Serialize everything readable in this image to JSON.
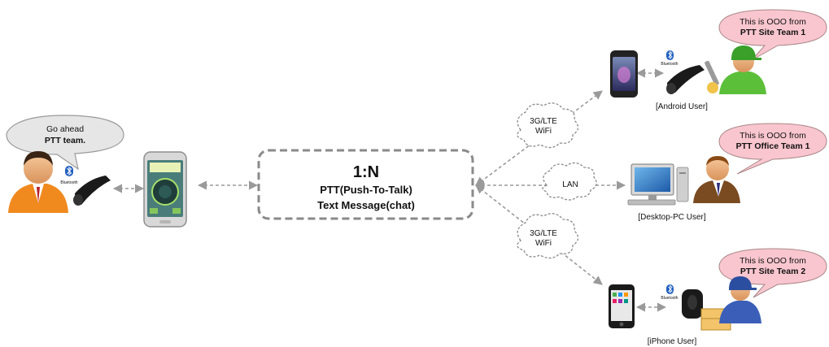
{
  "center": {
    "ratio": "1:N",
    "line1": "PTT(Push-To-Talk)",
    "line2": "Text Message(chat)"
  },
  "left_user": {
    "bubble_line1": "Go ahead",
    "bubble_line2": "PTT team.",
    "bluetooth_label": "Bluetooth"
  },
  "links": {
    "top_network_line1": "3G/LTE",
    "top_network_line2": "WiFi",
    "middle_network": "LAN",
    "bottom_network_line1": "3G/LTE",
    "bottom_network_line2": "WiFi"
  },
  "android": {
    "caption": "[Android User]",
    "bubble_line1": "This is OOO from",
    "bubble_line2": "PTT Site Team 1",
    "bluetooth_label": "Bluetooth"
  },
  "desktop": {
    "caption": "[Desktop-PC User]",
    "bubble_line1": "This is OOO from",
    "bubble_line2": "PTT Office Team 1"
  },
  "iphone": {
    "caption": "[iPhone User]",
    "bubble_line1": "This is OOO from",
    "bubble_line2": "PTT Site Team 2",
    "bluetooth_label": "Bluetooth"
  },
  "colors": {
    "speech_bubble_gray": "#e6e6e6",
    "speech_bubble_pink": "#f9c6cf",
    "connector_gray": "#999999",
    "bluetooth_blue": "#1f5fbf"
  }
}
